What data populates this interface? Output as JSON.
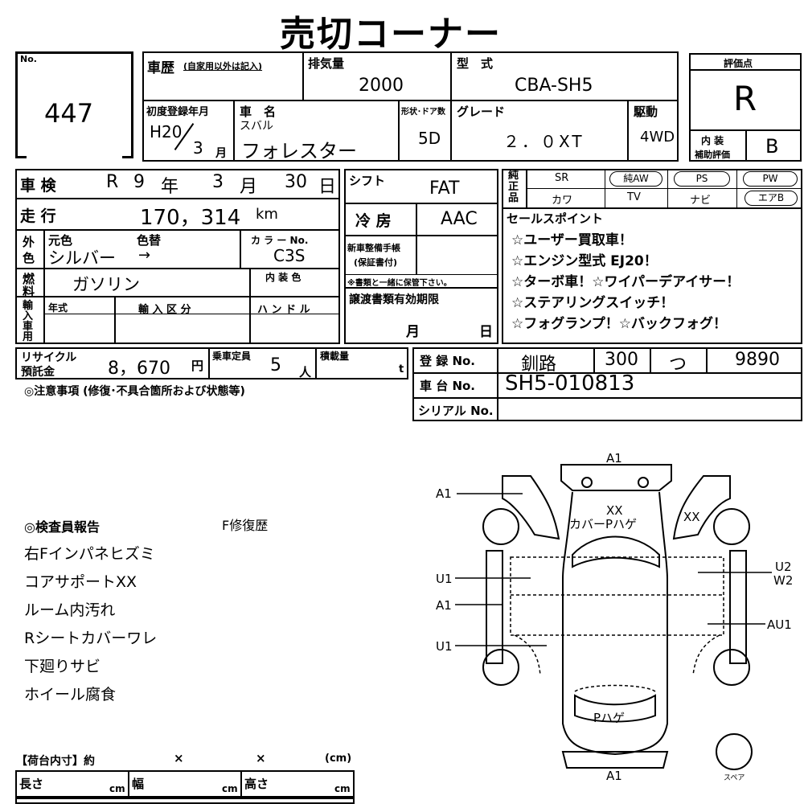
{
  "title": "売切コーナー",
  "lot": {
    "label": "No.",
    "value": "447"
  },
  "history": {
    "label": "車歴",
    "note": "(自家用以外は記入)"
  },
  "displacement": {
    "label": "排気量",
    "value": "2000"
  },
  "model": {
    "label": "型　式",
    "value": "CBA-SH5"
  },
  "first_reg": {
    "label": "初度登録年月",
    "era": "H20",
    "month": "3",
    "month_unit": "月"
  },
  "car_name": {
    "label": "車　名",
    "maker": "スバル",
    "value": "フォレスター"
  },
  "shape": {
    "label": "形状･ドア数",
    "value": "5D"
  },
  "grade": {
    "label": "グレード",
    "value": "２．０XT"
  },
  "drive": {
    "label": "駆動",
    "value": "4WD"
  },
  "score": {
    "label": "評価点",
    "value": "R",
    "interior_label_1": "内 装",
    "interior_label_2": "補助評価",
    "interior_value": "B"
  },
  "inspection": {
    "label": "車 検",
    "era": "R",
    "year": "9",
    "year_unit": "年",
    "month": "3",
    "month_unit": "月",
    "day": "30",
    "day_unit": "日"
  },
  "mileage": {
    "label": "走 行",
    "value": "170，314",
    "unit": "km"
  },
  "color": {
    "label_1": "外",
    "label_2": "色",
    "orig_label": "元色",
    "change_label": "色替",
    "value": "シルバー",
    "arrow": "→",
    "code_label": "カ ラ ー No.",
    "code_value": "C3S",
    "interior_label": "内 装 色"
  },
  "fuel": {
    "label_1": "燃",
    "label_2": "料",
    "value": "ガソリン"
  },
  "import": {
    "label": "輸入車用",
    "year_label": "年式",
    "class_label": "輸 入 区 分",
    "handle_label": "ハ ン ド ル"
  },
  "shift": {
    "label": "シフト",
    "value": "FAT"
  },
  "ac": {
    "label": "冷 房",
    "value": "AAC"
  },
  "maintenance": {
    "label_1": "新車整備手帳",
    "label_2": "(保証書付)",
    "note": "※書類と一緒に保管下さい。"
  },
  "docs": {
    "label": "譲渡書類有効期限",
    "month": "月",
    "day": "日"
  },
  "equipment": {
    "label": "純正品",
    "items": [
      "SR",
      "純AW",
      "PS",
      "PW",
      "カワ",
      "TV",
      "ナビ",
      "エアB"
    ]
  },
  "sales": {
    "label": "セールスポイント",
    "points": [
      "☆ユーザー買取車！",
      "☆エンジン型式 EJ20！",
      "☆ターボ車！☆ワイパーデアイサー！",
      "☆ステアリングスイッチ！",
      "☆フォグランプ！☆バックフォグ！"
    ]
  },
  "recycle": {
    "label_1": "リサイクル",
    "label_2": "預託金",
    "value": "8，670",
    "unit": "円"
  },
  "capacity": {
    "label": "乗車定員",
    "value": "5",
    "unit": "人"
  },
  "load": {
    "label": "積載量",
    "unit": "t"
  },
  "notes_title": "◎注意事項 (修復･不具合箇所および状態等)",
  "registration": {
    "label": "登 録 No.",
    "area": "釧路",
    "class": "300",
    "kana": "つ",
    "number": "9890"
  },
  "chassis": {
    "label": "車 台 No.",
    "value": "SH5-010813"
  },
  "serial": {
    "label": "シリアル No."
  },
  "inspector": {
    "title": "◎検査員報告",
    "history": "F修復歴",
    "items": [
      "右Fインパネヒズミ",
      "コアサポートXX",
      "ルーム内汚れ",
      "Rシートカバーワレ",
      "下廻りサビ",
      "ホイール腐食"
    ]
  },
  "cargo": {
    "title": "【荷台内寸】約",
    "x1": "×",
    "x2": "×",
    "unit_cm": "(cm)",
    "length": "長さ",
    "width": "幅",
    "height": "高さ",
    "cm": "cm"
  },
  "diagram": {
    "front_top": "A1",
    "left_front": "A1",
    "left_mid_u": "U1",
    "left_mid_a": "A1",
    "left_rear_u": "U1",
    "hood_1": "XX",
    "hood_2": "カバーPハゲ",
    "right_fender": "XX",
    "right_u2": "U2",
    "right_w2": "W2",
    "right_au1": "AU1",
    "rear_text": "Pハゲ",
    "rear_bottom": "A1",
    "spare": "スペア"
  }
}
